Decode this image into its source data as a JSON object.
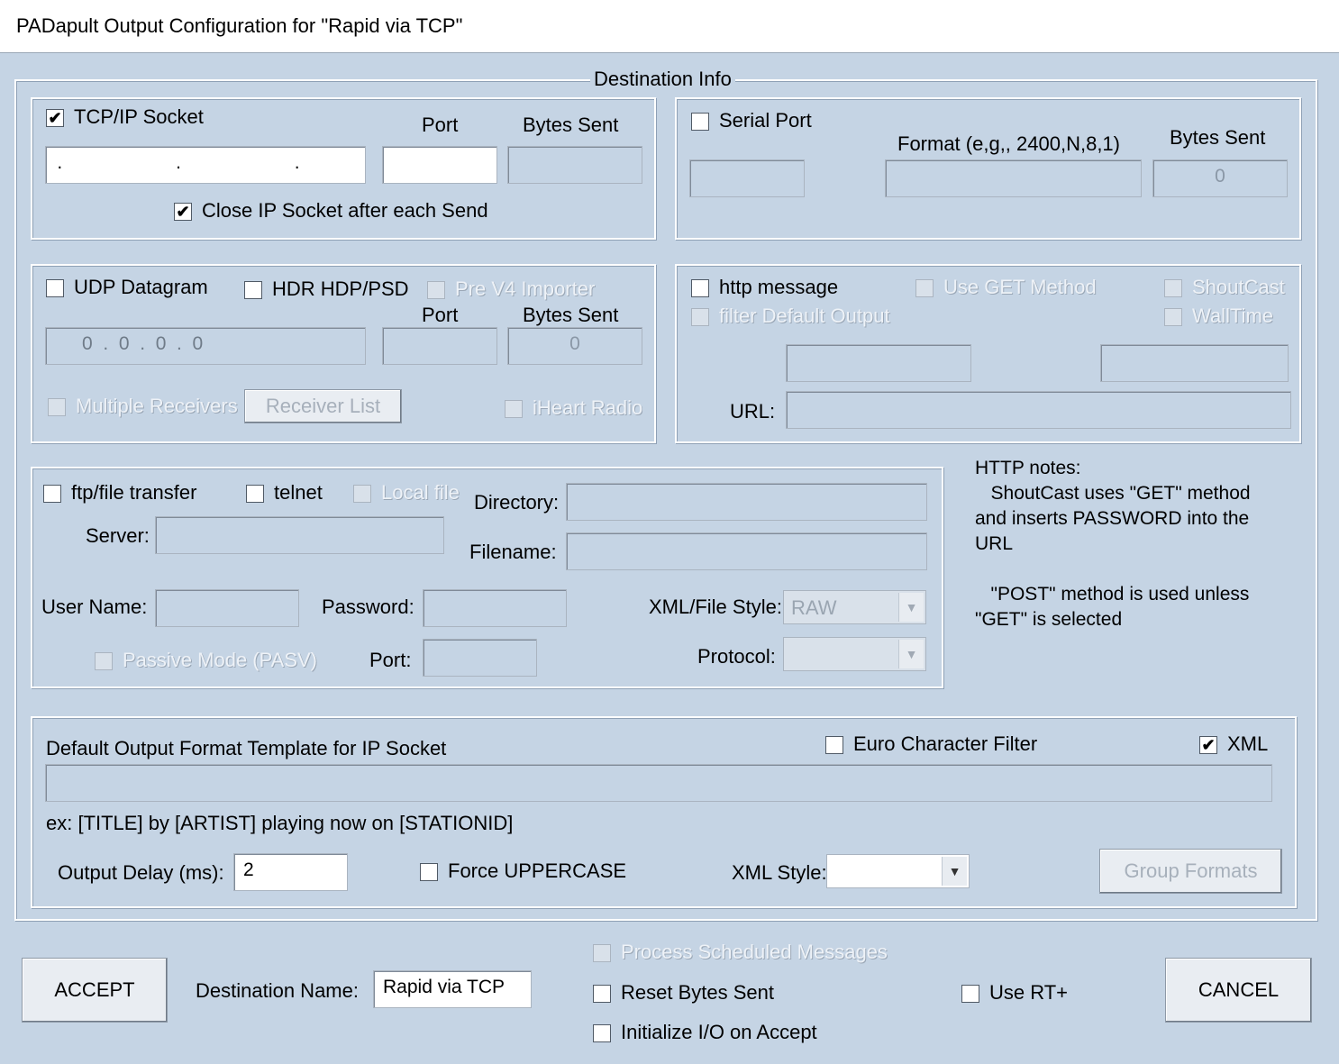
{
  "window": {
    "title": "PADapult Output Configuration for \"Rapid via TCP\""
  },
  "destination_info": {
    "legend": "Destination Info"
  },
  "tcp": {
    "label": "TCP/IP Socket",
    "checked": "✔",
    "port_label": "Port",
    "bytes_sent_label": "Bytes Sent",
    "ip_value": ". . .",
    "close_label": "Close IP Socket after each Send",
    "close_checked": "✔"
  },
  "serial": {
    "label": "Serial Port",
    "format_label": "Format (e,g,, 2400,N,8,1)",
    "bytes_sent_label": "Bytes Sent",
    "bytes_sent_value": "0"
  },
  "udp": {
    "label": "UDP Datagram",
    "hdr_label": "HDR HDP/PSD",
    "pre_v4_label": "Pre V4 Importer",
    "port_label": "Port",
    "bytes_sent_label": "Bytes Sent",
    "ip_value": "0  .  0  .  0  .  0",
    "bytes_sent_value": "0",
    "multiple_receivers_label": "Multiple Receivers",
    "receiver_list_label": "Receiver List",
    "iheart_label": "iHeart Radio"
  },
  "http": {
    "label": "http message",
    "use_get_label": "Use GET Method",
    "shoutcast_label": "ShoutCast",
    "filter_default_label": "filter Default Output",
    "walltime_label": "WallTime",
    "url_label": "URL:"
  },
  "ftp": {
    "label": "ftp/file transfer",
    "telnet_label": "telnet",
    "local_file_label": "Local file",
    "directory_label": "Directory:",
    "server_label": "Server:",
    "filename_label": "Filename:",
    "username_label": "User Name:",
    "password_label": "Password:",
    "xml_file_style_label": "XML/File Style:",
    "xml_file_style_value": "RAW",
    "passive_label": "Passive Mode (PASV)",
    "port_label": "Port:",
    "protocol_label": "Protocol:"
  },
  "http_notes": {
    "text": "HTTP notes:\n   ShoutCast uses \"GET\" method\nand inserts PASSWORD into the\nURL\n\n   \"POST\" method is used unless\n\"GET\" is selected"
  },
  "template": {
    "label": "Default Output Format Template for IP Socket",
    "euro_label": "Euro Character Filter",
    "xml_label": "XML",
    "xml_checked": "✔",
    "example": "ex: [TITLE] by [ARTIST] playing now on [STATIONID]",
    "delay_label": "Output Delay (ms):",
    "delay_value": "2",
    "uppercase_label": "Force UPPERCASE",
    "xml_style_label": "XML Style:",
    "group_formats_label": "Group Formats"
  },
  "footer": {
    "accept_label": "ACCEPT",
    "destination_name_label": "Destination Name:",
    "destination_name_value": "Rapid via TCP",
    "process_scheduled_label": "Process Scheduled Messages",
    "reset_bytes_label": "Reset Bytes Sent",
    "initialize_io_label": "Initialize I/O on Accept",
    "use_rt_label": "Use RT+",
    "cancel_label": "CANCEL"
  },
  "colors": {
    "background": "#c5d4e4",
    "titlebar": "#ffffff",
    "disabled_text": "#eef2f7"
  }
}
